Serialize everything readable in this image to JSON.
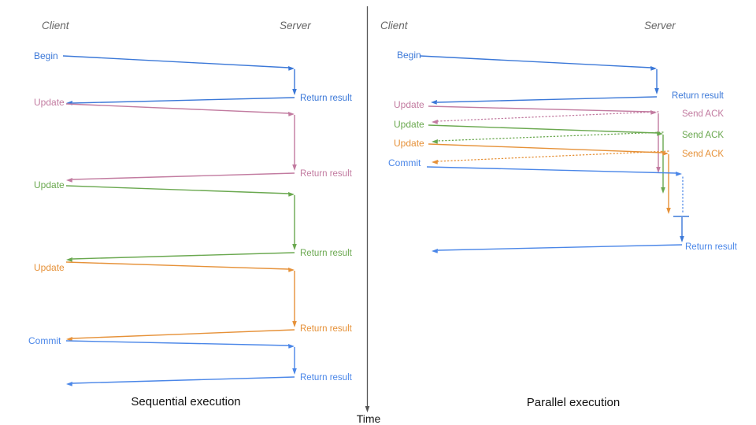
{
  "time_axis": {
    "label": "Time"
  },
  "sequential": {
    "title": "Sequential execution",
    "client_header": "Client",
    "server_header": "Server",
    "messages": [
      {
        "request": "Begin",
        "response": "Return result",
        "color": "#3B78D8"
      },
      {
        "request": "Update",
        "response": "Return result",
        "color": "#C27BA0"
      },
      {
        "request": "Update",
        "response": "Return result",
        "color": "#6AA84F"
      },
      {
        "request": "Update",
        "response": "Return result",
        "color": "#E69138"
      },
      {
        "request": "Commit",
        "response": "Return result",
        "color": "#4A86E8"
      }
    ]
  },
  "parallel": {
    "title": "Parallel execution",
    "client_header": "Client",
    "server_header": "Server",
    "messages": [
      {
        "request": "Begin",
        "response": "Return result",
        "color": "#3B78D8"
      },
      {
        "request": "Update",
        "response": "Send ACK",
        "color": "#C27BA0"
      },
      {
        "request": "Update",
        "response": "Send ACK",
        "color": "#6AA84F"
      },
      {
        "request": "Update",
        "response": "Send ACK",
        "color": "#E69138"
      },
      {
        "request": "Commit",
        "response": "Return result",
        "color": "#4A86E8"
      }
    ],
    "commit_wait_color": "#3B78D8"
  }
}
